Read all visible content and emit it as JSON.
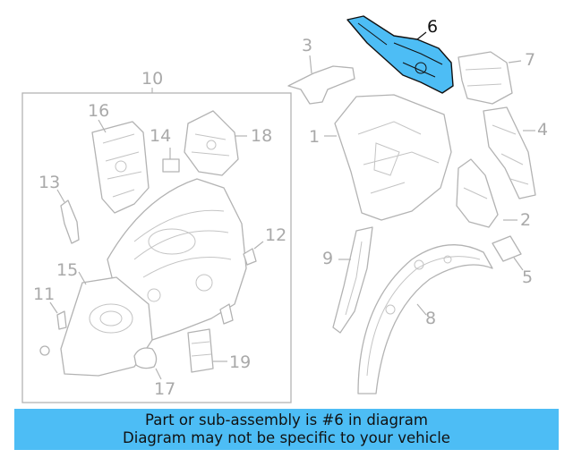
{
  "diagram": {
    "highlight_color": "#4dbdf5",
    "callouts": [
      {
        "id": "c1",
        "text": "1"
      },
      {
        "id": "c2",
        "text": "2"
      },
      {
        "id": "c3",
        "text": "3"
      },
      {
        "id": "c4",
        "text": "4"
      },
      {
        "id": "c5",
        "text": "5"
      },
      {
        "id": "c6",
        "text": "6"
      },
      {
        "id": "c7",
        "text": "7"
      },
      {
        "id": "c8",
        "text": "8"
      },
      {
        "id": "c9",
        "text": "9"
      },
      {
        "id": "c10",
        "text": "10"
      },
      {
        "id": "c11",
        "text": "11"
      },
      {
        "id": "c12",
        "text": "12"
      },
      {
        "id": "c13",
        "text": "13"
      },
      {
        "id": "c14",
        "text": "14"
      },
      {
        "id": "c15",
        "text": "15"
      },
      {
        "id": "c16",
        "text": "16"
      },
      {
        "id": "c17",
        "text": "17"
      },
      {
        "id": "c18",
        "text": "18"
      },
      {
        "id": "c19",
        "text": "19"
      }
    ]
  },
  "banner": {
    "line1": "Part or sub-assembly is #6 in diagram",
    "line2": "Diagram may not be specific to your vehicle",
    "bg_color": "#4dbdf5"
  }
}
